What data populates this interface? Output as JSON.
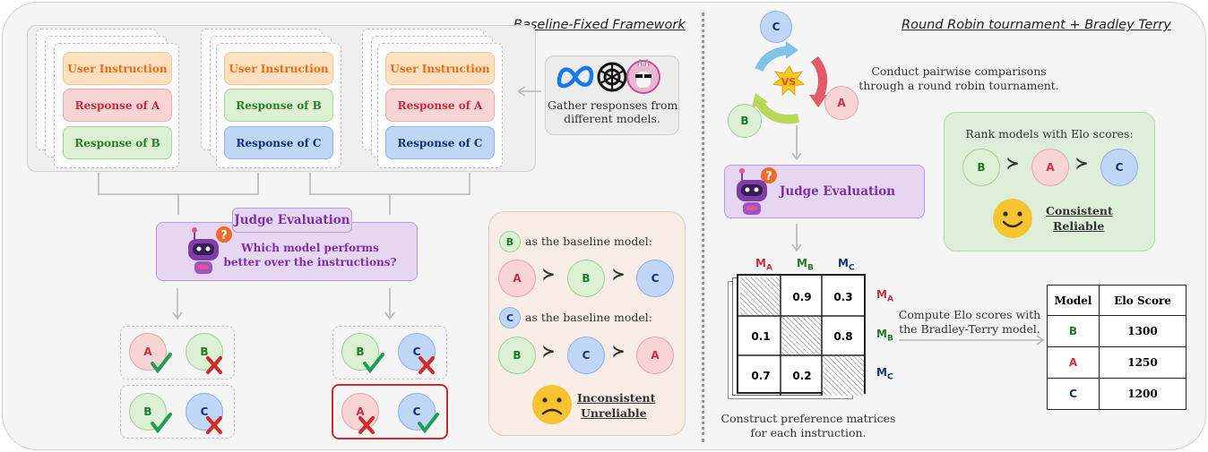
{
  "left": {
    "title": "Baseline-Fixed Framework",
    "stack1": {
      "top": "User Instruction",
      "mid": "Response of A",
      "bot": "Response of B"
    },
    "stack2": {
      "top": "User Instruction",
      "mid": "Response of B",
      "bot": "Response of C"
    },
    "stack3": {
      "top": "User Instruction",
      "mid": "Response of A",
      "bot": "Response of C"
    },
    "gather_line1": "Gather responses from",
    "gather_line2": "different models.",
    "judge_title": "Judge Evaluation",
    "judge_q1": "Which model  performs",
    "judge_q2": "better over the instructions?",
    "baseline_b_suffix": "as the baseline model:",
    "baseline_c_suffix": "as the baseline model:",
    "inconsistent": "Inconsistent",
    "unreliable": "Unreliable"
  },
  "right": {
    "title": "Round Robin tournament + Bradley Terry",
    "pairwise1": "Conduct pairwise comparisons",
    "pairwise2": "through a round robin tournament.",
    "vs": "VS",
    "judge_title": "Judge Evaluation",
    "rank_title": "Rank models with Elo scores:",
    "consistent": "Consistent",
    "reliable": "Reliable",
    "matrix_cols": [
      "M",
      "M",
      "M"
    ],
    "matrix_subs": [
      "A",
      "B",
      "C"
    ],
    "matrix_values": [
      [
        "",
        "0.9",
        "0.3"
      ],
      [
        "0.1",
        "",
        "0.8"
      ],
      [
        "0.7",
        "0.2",
        ""
      ]
    ],
    "compute1": "Compute Elo scores with",
    "compute2": "the Bradley-Terry model.",
    "construct1": "Construct preference matrices",
    "construct2": "for each instruction.",
    "table_headers": [
      "Model",
      "Elo Score"
    ],
    "table_rows": [
      [
        "B",
        "1300"
      ],
      [
        "A",
        "1250"
      ],
      [
        "C",
        "1200"
      ]
    ]
  },
  "models": {
    "A": "A",
    "B": "B",
    "C": "C"
  },
  "succ": "≻",
  "colors": {
    "a": "#c8313f",
    "b": "#23772a",
    "c": "#13307a",
    "purple": "#7b2fa8",
    "check": "#1f9d55",
    "cross": "#d12a2a"
  },
  "icons": [
    "meta-logo-icon",
    "openai-logo-icon",
    "llama-avatar-icon",
    "robot-judge-icon",
    "happy-face-icon",
    "sad-face-icon",
    "check-icon",
    "cross-icon"
  ]
}
